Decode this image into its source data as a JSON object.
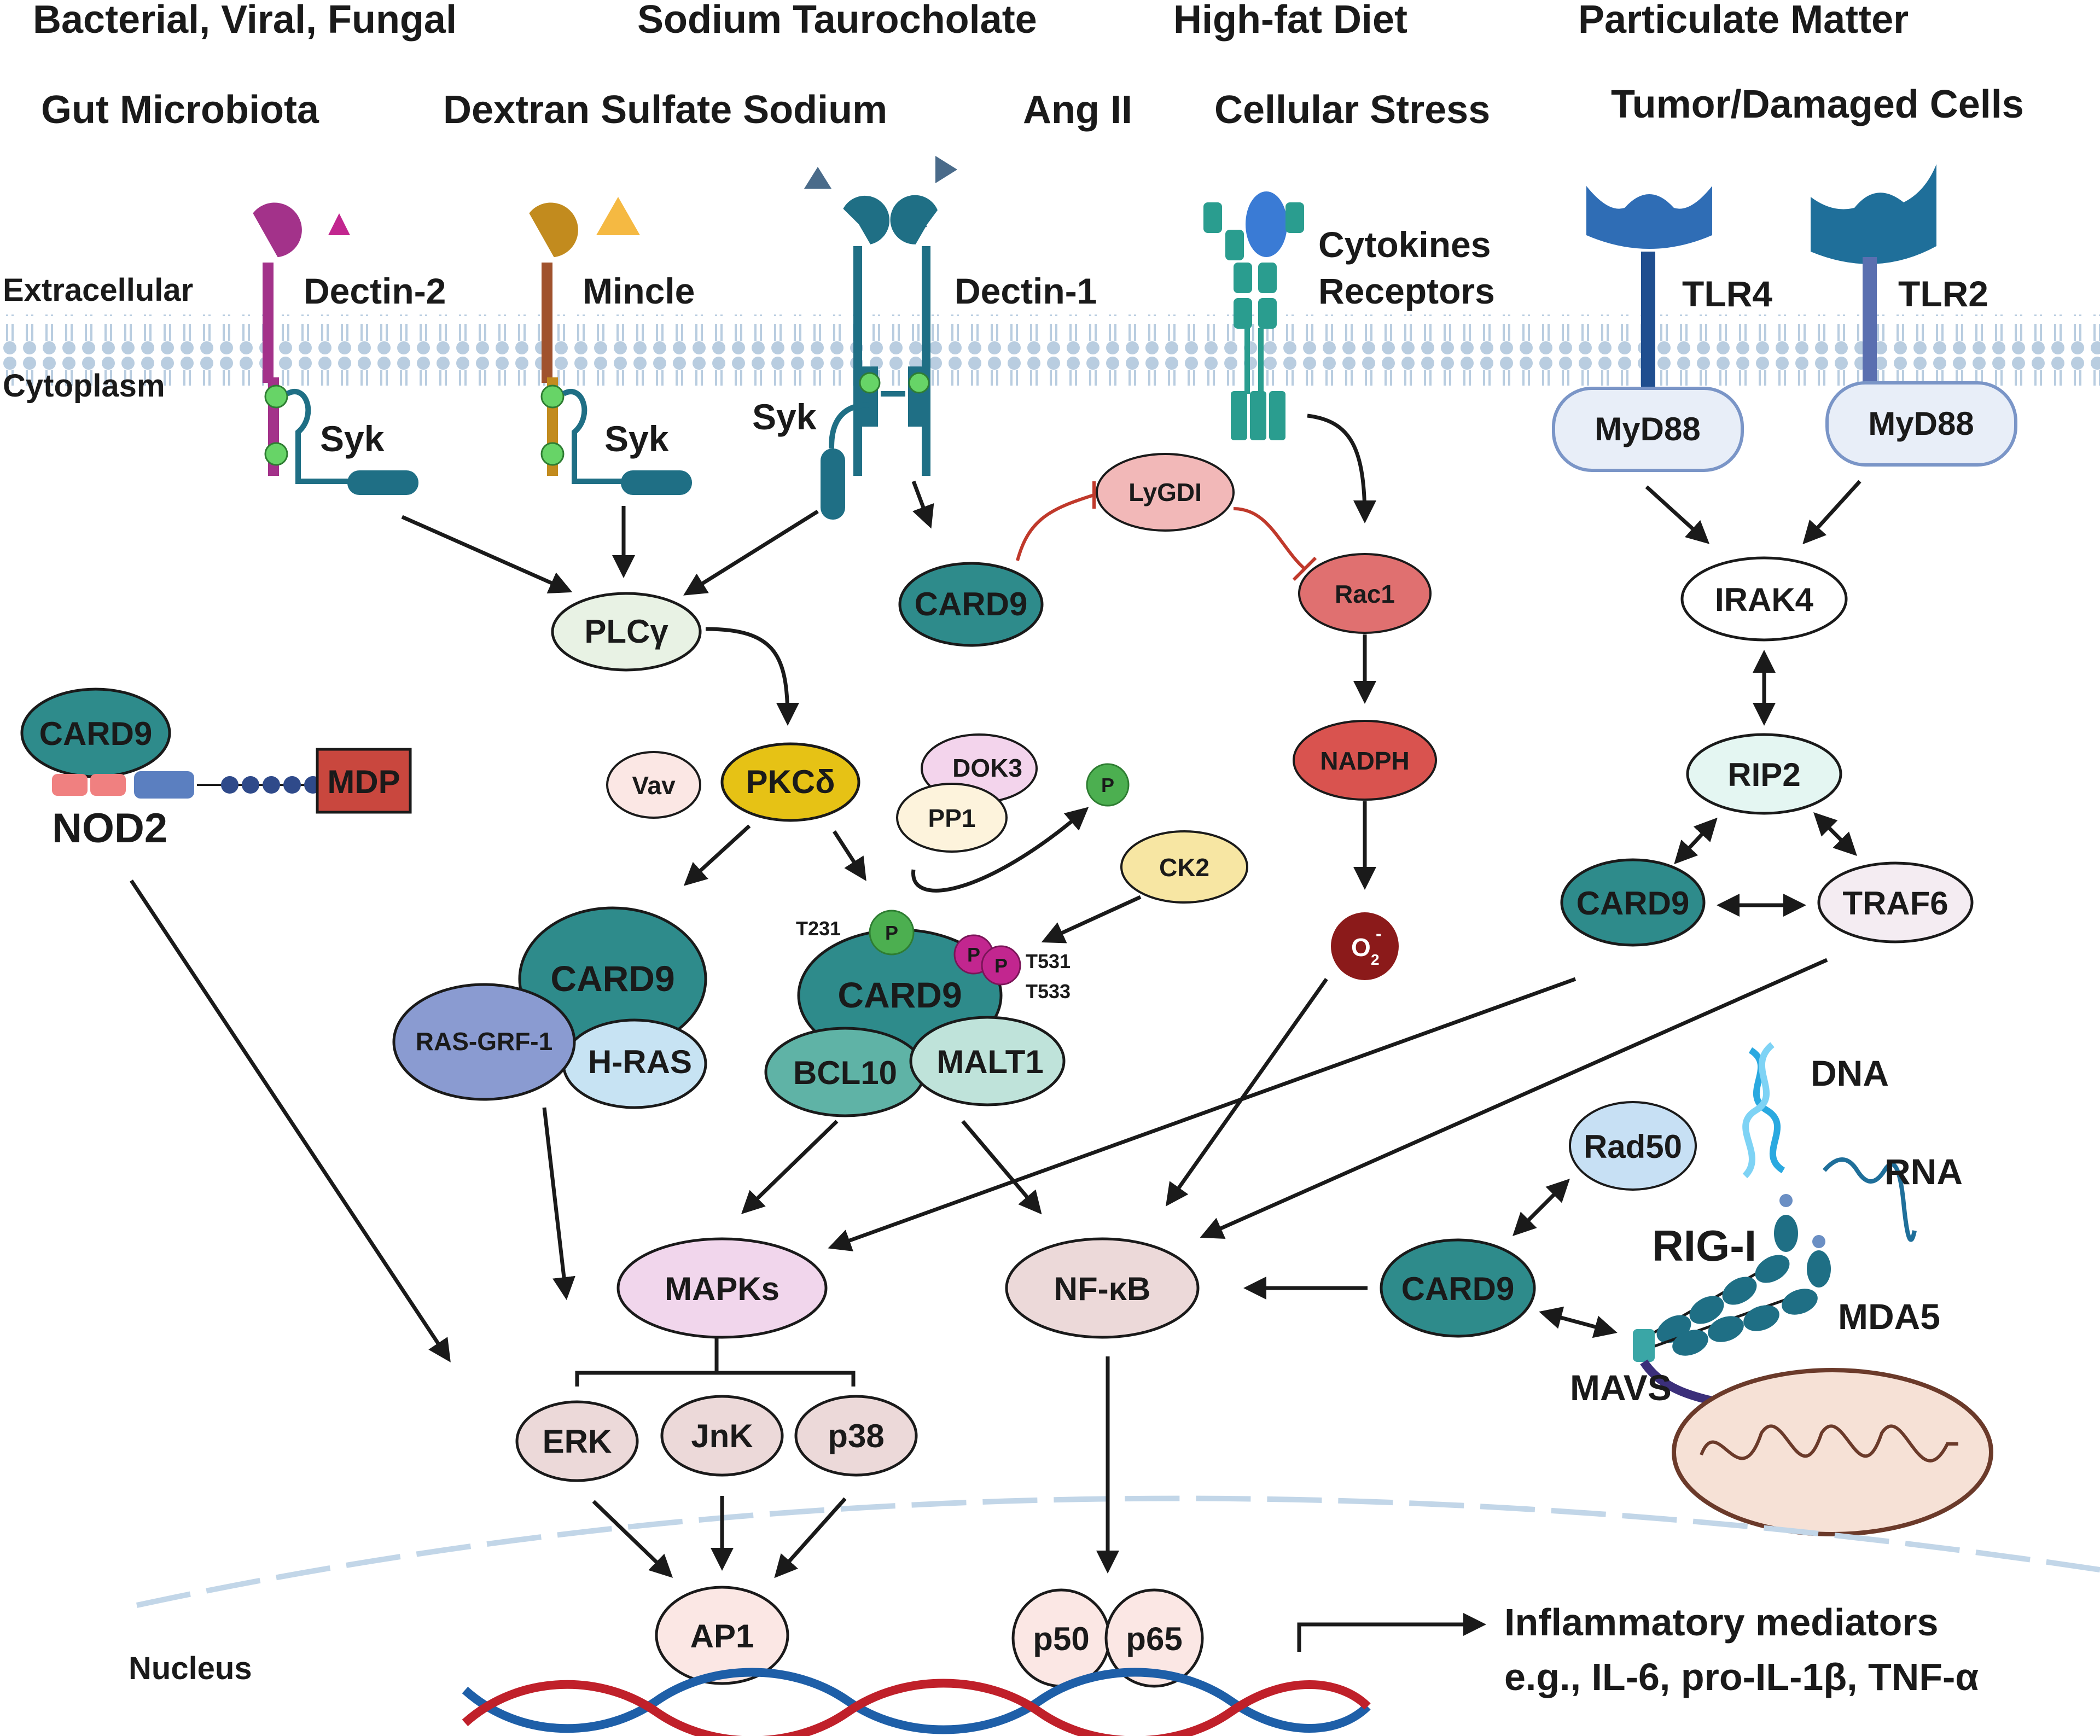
{
  "stimuli": {
    "bacterial": "Bacterial, Viral, Fungal",
    "taurocholate": "Sodium Taurocholate",
    "high_fat": "High-fat Diet",
    "particulate": "Particulate Matter",
    "gut": "Gut Microbiota",
    "dss": "Dextran Sulfate Sodium",
    "ang": "Ang II",
    "stress": "Cellular Stress",
    "tumor": "Tumor/Damaged Cells"
  },
  "membrane": {
    "extracellular": "Extracellular",
    "cytoplasm": "Cytoplasm",
    "nucleus": "Nucleus"
  },
  "receptors": {
    "dectin2": "Dectin-2",
    "mincle": "Mincle",
    "dectin1": "Dectin-1",
    "cytokines": "Cytokines",
    "cytokines2": "Receptors",
    "tlr4": "TLR4",
    "tlr2": "TLR2",
    "syk": "Syk",
    "p": "P"
  },
  "nodes": {
    "myd88": "MyD88",
    "plcg": "PLCγ",
    "lygdi": "LyGDI",
    "card9": "CARD9",
    "rac1": "Rac1",
    "irak4": "IRAK4",
    "nadph": "NADPH",
    "o2": "O",
    "o2sub": "2",
    "o2sup": "-",
    "vav": "Vav",
    "pkcd": "PKCδ",
    "dok3": "DOK3",
    "pp1": "PP1",
    "ck2": "CK2",
    "rip2": "RIP2",
    "traf6": "TRAF6",
    "mdp": "MDP",
    "nod2": "NOD2",
    "rasgrf": "RAS-GRF-1",
    "hras": "H-RAS",
    "t231": "T231",
    "t531": "T531",
    "t533": "T533",
    "bcl10": "BCL10",
    "malt1": "MALT1",
    "dna": "DNA",
    "rna": "RNA",
    "rad50": "Rad50",
    "rigi": "RIG-I",
    "mda5": "MDA5",
    "mavs": "MAVS",
    "mapks": "MAPKs",
    "nfkb": "NF-κB",
    "erk": "ERK",
    "jnk": "JnK",
    "p38": "p38",
    "ap1": "AP1",
    "p50": "p50",
    "p65": "p65"
  },
  "output": {
    "line1": "Inflammatory mediators",
    "line2": "e.g., IL-6, pro-IL-1β, TNF-α"
  },
  "colors": {
    "card9": "#2e8b8b",
    "inhibit": "#c0392b",
    "pkcd": "#e6c215",
    "phospho_green": "#4caf50",
    "phospho_magenta": "#c2268f",
    "membrane": "#a9c4dc"
  }
}
